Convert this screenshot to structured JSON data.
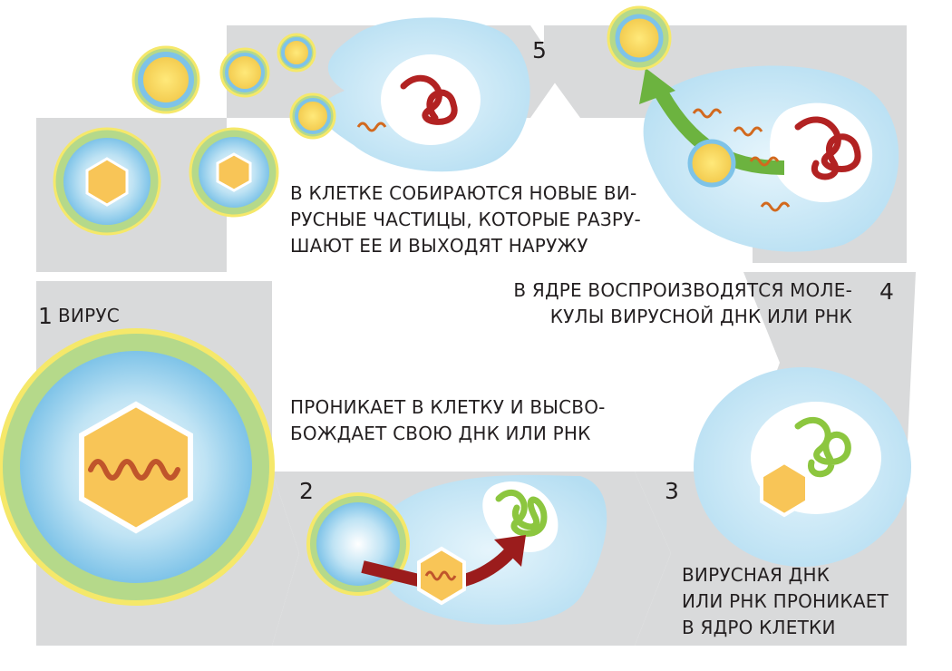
{
  "steps": [
    {
      "number": "1",
      "label": "ВИРУС",
      "text": [
        "ПРОНИКАЕТ В КЛЕТКУ И ВЫСВО-",
        "БОЖДАЕТ СВОЮ ДНК ИЛИ РНК"
      ]
    },
    {
      "number": "2"
    },
    {
      "number": "3",
      "text": [
        "ВИРУСНАЯ ДНК",
        "ИЛИ РНК ПРОНИКАЕТ",
        "В ЯДРО КЛЕТКИ"
      ]
    },
    {
      "number": "4",
      "text": [
        "В ЯДРЕ ВОСПРОИЗВОДЯТСЯ МОЛЕ-",
        "КУЛЫ ВИРУСНОЙ ДНК ИЛИ РНК"
      ]
    },
    {
      "number": "5",
      "text": [
        "В КЛЕТКЕ СОБИРАЮТСЯ НОВЫЕ ВИ-",
        "РУСНЫЕ ЧАСТИЦЫ, КОТОРЫЕ РАЗРУ-",
        "ШАЮТ ЕЕ И ВЫХОДЯТ НАРУЖУ"
      ]
    }
  ],
  "colors": {
    "track": "#d9dadb",
    "cell": "#c2e6f5",
    "nucleus": "#ffffff",
    "capsid": "#f8c557",
    "spikes": "#b5d98a",
    "virus_core": "#89c8e9",
    "arrow_red": "#9b1c1c",
    "arrow_green": "#6cb33f",
    "dna_red": "#c0392b",
    "dna_green": "#8cc63f",
    "rna_orange": "#d2691e"
  }
}
